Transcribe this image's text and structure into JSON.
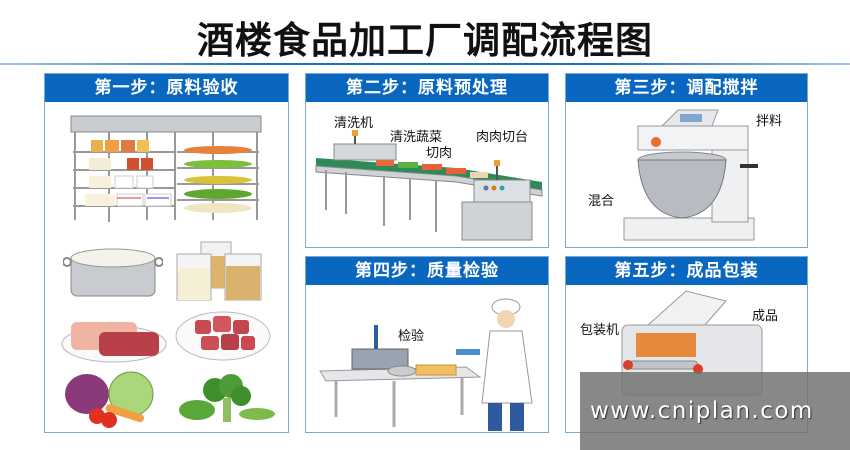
{
  "header": {
    "title": "酒楼食品加工厂调配流程图"
  },
  "colors": {
    "header_blue": "#0a67c0",
    "panel_border": "#7ba9d6"
  },
  "steps": [
    {
      "title": "第一步：原料验收",
      "illustration": "storage-racks-and-ingredients",
      "items": [
        "rice-pot",
        "grain-jars",
        "meat-slabs",
        "diced-meat",
        "onion-cabbage-tomatoes-carrot",
        "broccoli-greens"
      ]
    },
    {
      "title": "第二步：原料预处理",
      "illustration": "conveyor-washing-line",
      "labels": [
        "清洗机",
        "清洗蔬菜",
        "肉肉切台",
        "切肉"
      ]
    },
    {
      "title": "第三步：调配搅拌",
      "illustration": "spiral-mixer",
      "labels": [
        "拌料",
        "混合"
      ]
    },
    {
      "title": "第四步：质量检验",
      "illustration": "inspector-at-table",
      "labels": [
        "检验"
      ]
    },
    {
      "title": "第五步：成品包装",
      "illustration": "packaging-machine",
      "labels": [
        "包装机",
        "成品"
      ]
    }
  ],
  "watermark": {
    "text": "www.cniplan.com"
  }
}
